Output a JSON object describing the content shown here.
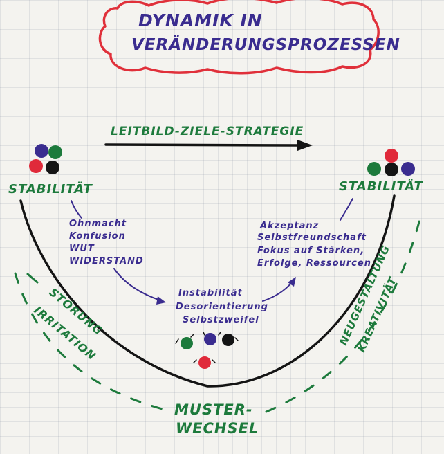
{
  "title": {
    "line1": "DYNAMIK IN",
    "line2": "VERÄNDERUNGSPROZESSEN"
  },
  "arrow_label": "LEITBILD-ZIELE-STRATEGIE",
  "left_stability": "STABILITÄT",
  "right_stability": "STABILITÄT",
  "left_phase": [
    "Ohnmacht",
    "Konfusion",
    "WUT",
    "WIDERSTAND"
  ],
  "bottom_phase": [
    "Instabilität",
    "Desorientierung",
    "Selbstzweifel"
  ],
  "right_phase": [
    "Akzeptanz",
    "Selbstfreundschaft",
    "Fokus auf Stärken,",
    "Erfolge, Ressourcen"
  ],
  "left_dashed_label": [
    "STÖRUNG",
    "IRRITATION"
  ],
  "right_dashed_label": [
    "NEUGESTALTUNG",
    "KREATIVITÄT"
  ],
  "bottom_label": [
    "MUSTER-",
    "WECHSEL"
  ],
  "colors": {
    "purple": "#3a2c8f",
    "green": "#1d7a3c",
    "red": "#e02a3a",
    "black": "#141414"
  }
}
